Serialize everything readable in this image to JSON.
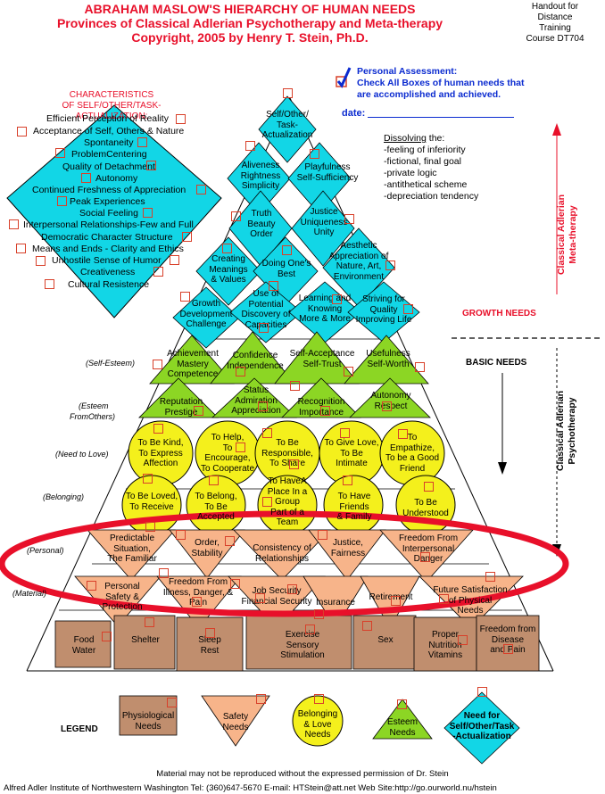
{
  "header": {
    "line1": "ABRAHAM MASLOW'S HIERARCHY OF HUMAN NEEDS",
    "line2": "Provinces of Classical Adlerian Psychotherapy and Meta-therapy",
    "line3": "Copyright, 2005 by Henry T. Stein, Ph.D."
  },
  "handout": {
    "l1": "Handout for",
    "l2": "Distance",
    "l3": "Training",
    "l4": "Course DT704"
  },
  "assessment": {
    "l1": "Personal Assessment:",
    "l2": "Check All Boxes of human needs that",
    "l3": "are accomplished and achieved.",
    "date_label": "date:"
  },
  "dissolving": {
    "title": "Dissolving",
    "suffix": " the:",
    "items": [
      "-feeling of inferiority",
      "-fictional, final goal",
      "-private logic",
      "-antithetical scheme",
      "-depreciation tendency"
    ]
  },
  "characteristics": {
    "heading1": "CHARACTERISTICS",
    "heading2": "OF SELF/OTHER/TASK-ACTUALIZATION:",
    "items": [
      "Efficient Perception of Reality",
      "Acceptance of Self, Others & Nature",
      "Spontaneity",
      "ProblemCentering",
      "Quality of Detachment",
      "Autonomy",
      "Continued Freshness of Appreciation",
      "Peak Experiences",
      "Social Feeling",
      "Interpersonal Relationships-Few and Full",
      "Democratic Character Structure",
      "Means and Ends - Clarity and Ethics",
      "Unhostile Sense of Humor",
      "Creativeness",
      "Cultural Resistence"
    ]
  },
  "meta": {
    "top": "Self/Other/\nTask-\nActualization",
    "aliveness": "Aliveness\nRightness\nSimplicity",
    "playfulness": "Playfulness\nSelf-Sufficiency",
    "truth": "Truth\nBeauty\nOrder",
    "justice": "Justice\nUniqueness\nUnity",
    "creating": "Creating\nMeanings\n& Values",
    "best": "Doing One's\nBest",
    "aesthetic": "Aesthetic\nAppreciation of\nNature, Art,\nEnvironment",
    "growth": "Growth\nDevelopment\nChallenge",
    "potential": "Use of\nPotential\nDiscovery of\nCapacities",
    "learning": "Learning and\nKnowing\nMore & More",
    "striving": "Striving for\nQuality\nImproving Life"
  },
  "esteem": {
    "achievement": "Achievement\nMastery\nCompetence",
    "confidence": "Confidence\nIndependence",
    "selfacc": "Self-Acceptance\nSelf-Trust",
    "usefulness": "Usefulness\nSelf-Worth",
    "reputation": "Reputation\nPrestige",
    "status": "Status\nAdmiration\nAppreciation",
    "recognition": "Recognition\nImportance",
    "autonomy": "Autonomy\nRespect"
  },
  "love": {
    "kind": "To Be Kind,\nTo Express\nAffection",
    "help": "To Help,\nTo\nEncourage,\nTo Cooperate",
    "resp": "To Be\nResponsible,\nTo Share",
    "give": "To Give Love,\nTo Be\nIntimate",
    "emp": "To\nEmpathize,\nTo be a Good\nFriend",
    "loved": "To Be Loved,\nTo Receive",
    "belong": "To Belong,\nTo Be\nAccepted",
    "place": "To HaveA\nPlace In a\nGroup\nPart of a\nTeam",
    "friends": "To Have\nFriends\n& Family",
    "under": "To Be\nUnderstood"
  },
  "safety": {
    "predictable": "Predictable\nSituation,\nThe Familiar",
    "order": "Order,\nStability",
    "consistency": "Consistency of\nRelationships",
    "justice": "Justice,\nFairness",
    "freedom": "Freedom From\nInterpersonal\nDanger",
    "personal": "Personal\nSafety &\nProtection",
    "illness": "Freedom From\nIllness, Danger, &\nPain",
    "jobsec": "Job Security\nFinancial Security",
    "insurance": "Insurance",
    "retirement": "Retirement",
    "future": "Future Satisfaction\nof Physical\nNeeds"
  },
  "phys": {
    "food": "Food\nWater",
    "shelter": "Shelter",
    "sleep": "Sleep\nRest",
    "exercise": "Exercise\nSensory\nStimulation",
    "sex": "Sex",
    "nutrition": "Proper\nNutrition\nVitamins",
    "disease": "Freedom from\nDisease\nand Pain"
  },
  "side_labels": {
    "self_esteem": "(Self-Esteem)",
    "esteem_others_1": "(Esteem",
    "esteem_others_2": "FromOthers)",
    "need_love": "(Need to Love)",
    "belonging": "(Belonging)",
    "personal": "(Personal)",
    "material": "(Material)"
  },
  "right": {
    "meta": "Classical Adlerian\nMeta-therapy",
    "psycho": "Classical Adlerian\nPsychotherapy",
    "growth": "GROWTH NEEDS",
    "basic": "BASIC NEEDS"
  },
  "legend": {
    "title": "LEGEND",
    "phys": "Physiological\nNeeds",
    "safety": "Safety\nNeeds",
    "love": "Belonging\n& Love\nNeeds",
    "esteem": "Esteem\nNeeds",
    "meta": "Need for\nSelf/Other/Task\n-Actualization"
  },
  "footer": {
    "notice": "Material may not be reproduced without the expressed permission of Dr. Stein",
    "address": "Alfred Adler Institute of Northwestern Washington    Tel: (360)647-5670    E-mail: HTStein@att.net    Web Site:http://go.ourworld.nu/hstein"
  },
  "colors": {
    "cyan": "#12d6e6",
    "green": "#8cd624",
    "yellow": "#f4f01c",
    "salmon": "#f7b48a",
    "brown": "#c08e6e",
    "red": "#e8102a",
    "blue": "#0b2bd0"
  }
}
